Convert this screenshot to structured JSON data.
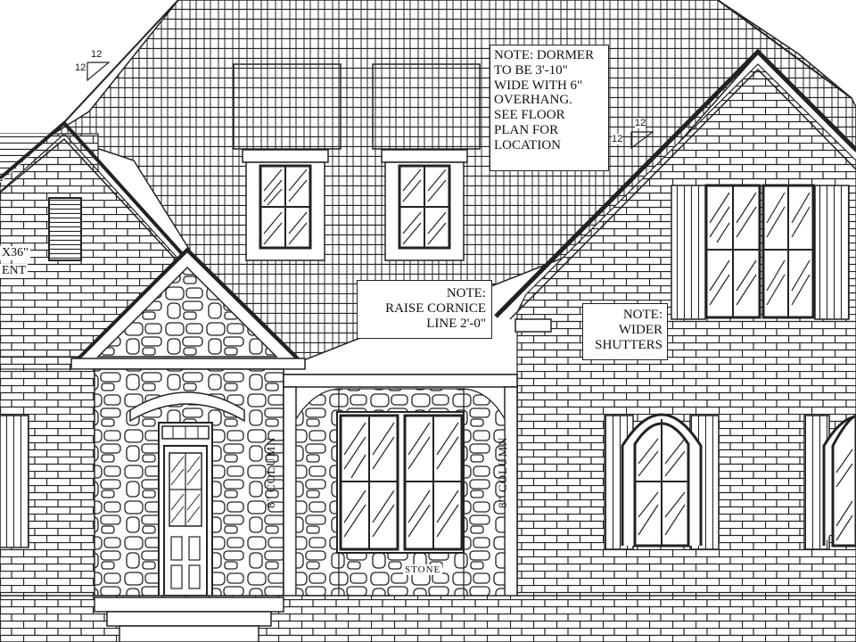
{
  "notes": {
    "dormer": [
      "NOTE: DORMER",
      "TO BE 3'-10\"",
      "WIDE WITH 6\"",
      "OVERHANG.",
      "SEE FLOOR",
      "PLAN FOR",
      "LOCATION"
    ],
    "cornice": [
      "NOTE:",
      "RAISE CORNICE",
      "LINE 2'-0\""
    ],
    "shutters": [
      "NOTE:",
      "WIDER",
      "SHUTTERS"
    ]
  },
  "labels": {
    "vent_size": "X36\"",
    "vent_word": "ENT",
    "column_left": "8\" COLUMN",
    "column_right": "8\" COLUMN",
    "stone": "STONE"
  },
  "roof_pitch": {
    "left_rise": "12",
    "left_run": "12",
    "right_rise": "12",
    "right_run": "12"
  },
  "colors": {
    "line": "#1a1a1a",
    "background": "#ffffff"
  }
}
